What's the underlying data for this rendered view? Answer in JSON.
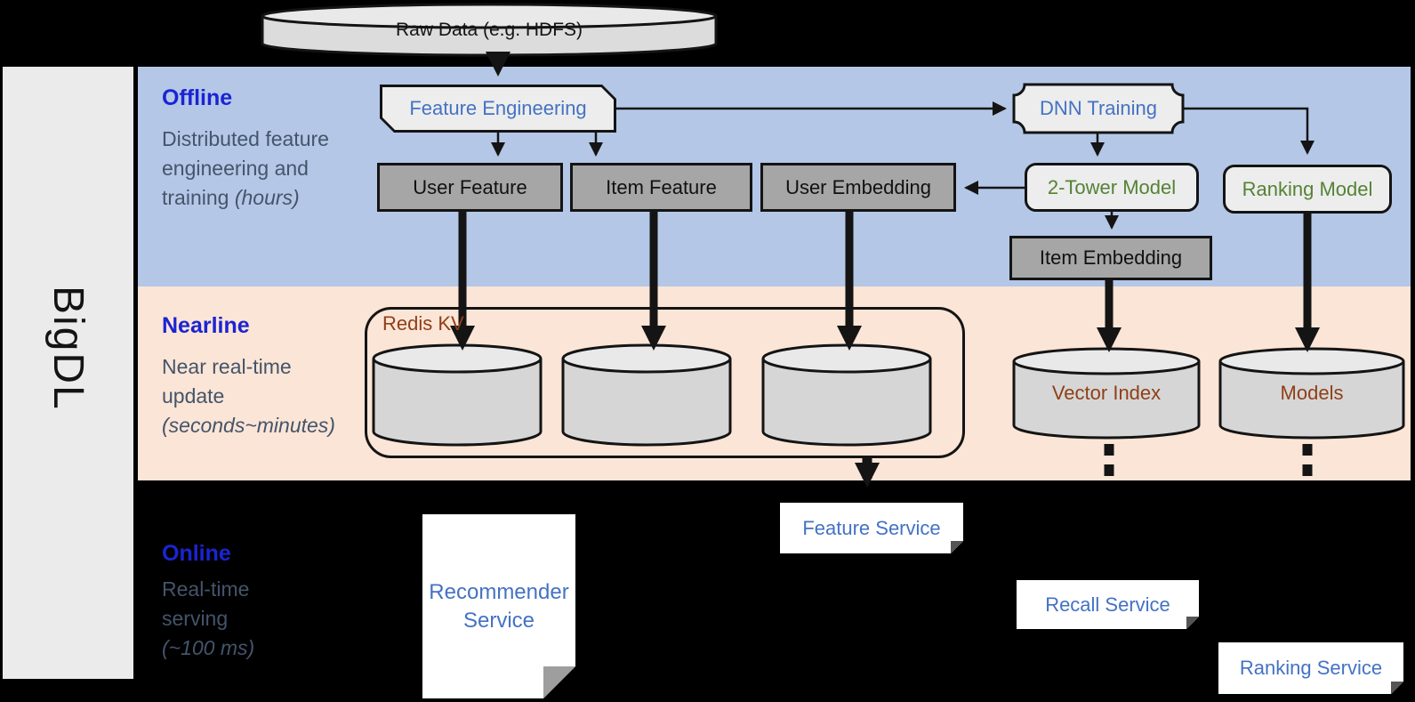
{
  "sidebar": {
    "label": "BigDL"
  },
  "raw_data_label": "Raw Data (e.g. HDFS)",
  "offline": {
    "title": "Offline",
    "subtitle": "Distributed feature engineering and training ",
    "subtitle_italic": "(hours)",
    "nodes": {
      "feature_engineering": "Feature Engineering",
      "dnn_training": "DNN Training",
      "user_feature": "User Feature",
      "item_feature": "Item Feature",
      "user_embedding": "User Embedding",
      "two_tower_model": "2-Tower Model",
      "ranking_model": "Ranking Model",
      "item_embedding": "Item Embedding"
    }
  },
  "nearline": {
    "title": "Nearline",
    "subtitle": "Near real-time update ",
    "subtitle_italic": "(seconds~minutes)",
    "redis_label": "Redis KV",
    "vector_index_label": "Vector Index",
    "models_label": "Models"
  },
  "online": {
    "title": "Online",
    "subtitle": "Real-time serving ",
    "subtitle_italic": "(~100 ms)",
    "services": {
      "recommender": "Recommender Service",
      "feature": "Feature Service",
      "recall": "Recall Service",
      "ranking": "Ranking Service"
    }
  },
  "colors": {
    "background": "#000000",
    "offline_band": "#b4c7e7",
    "nearline_band": "#fbe5d6",
    "section_title_blue": "#1b24d2",
    "subtitle_gray": "#44546a",
    "node_text_blue": "#4472c4",
    "model_text_green": "#548235",
    "storage_text_brown": "#8f3f17",
    "gray_box_fill": "#a6a6a6",
    "light_box_fill": "#ededed"
  }
}
